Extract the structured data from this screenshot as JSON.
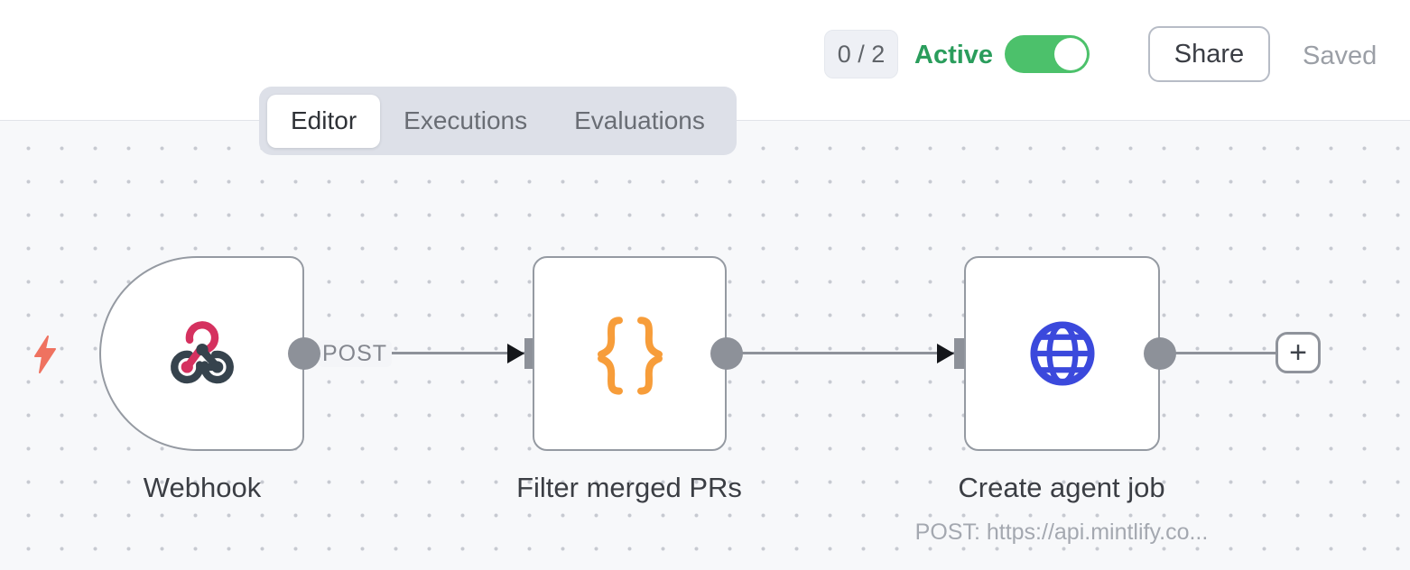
{
  "header": {
    "count_badge": "0 / 2",
    "active_label": "Active",
    "toggle_state": "on",
    "share_label": "Share",
    "saved_label": "Saved"
  },
  "tabs": [
    {
      "label": "Editor",
      "active": true
    },
    {
      "label": "Executions",
      "active": false
    },
    {
      "label": "Evaluations",
      "active": false
    }
  ],
  "canvas": {
    "connection_label": "POST",
    "add_button_label": "+",
    "nodes": [
      {
        "name": "Webhook",
        "type": "webhook-trigger",
        "icon": "webhook-icon"
      },
      {
        "name": "Filter merged PRs",
        "type": "code",
        "icon": "braces-icon"
      },
      {
        "name": "Create agent job",
        "type": "http-request",
        "icon": "globe-icon",
        "subtitle": "POST: https://api.mintlify.co..."
      }
    ]
  },
  "colors": {
    "accent_green": "#2a9d5c",
    "toggle_green": "#4cc16b",
    "webhook_pink": "#d5315f",
    "webhook_dark": "#36434d",
    "braces_orange": "#f79d3a",
    "globe_blue": "#3b49dc",
    "bolt_salmon": "#ef7260",
    "node_border": "#959aa2"
  }
}
